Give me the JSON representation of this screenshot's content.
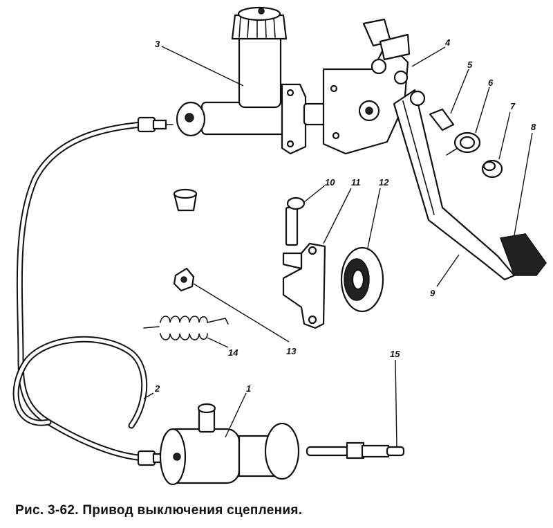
{
  "caption": "Рис. 3-62. Привод выключения сцепления.",
  "callouts": {
    "c1": "1",
    "c2": "2",
    "c3": "3",
    "c4": "4",
    "c5": "5",
    "c6": "6",
    "c7": "7",
    "c8": "8",
    "c9": "9",
    "c10": "10",
    "c11": "11",
    "c12": "12",
    "c13": "13",
    "c14": "14",
    "c15": "15"
  }
}
